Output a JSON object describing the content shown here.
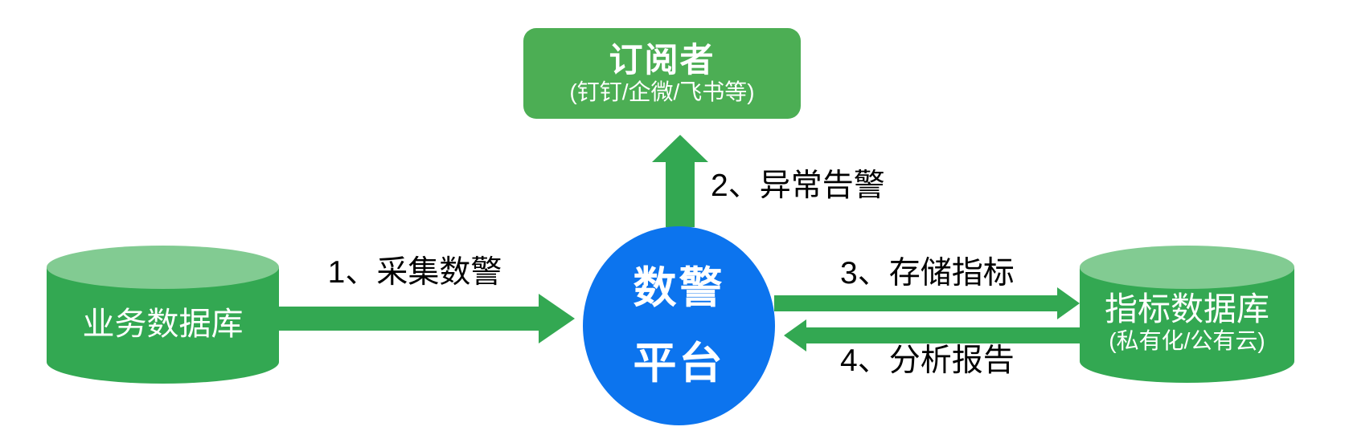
{
  "diagram": {
    "nodes": {
      "subscriber": {
        "title": "订阅者",
        "subtitle": "(钉钉/企微/飞书等)"
      },
      "platform": {
        "line1": "数警",
        "line2": "平台"
      },
      "business_db": {
        "label": "业务数据库"
      },
      "metric_db": {
        "title": "指标数据库",
        "subtitle": "(私有化/公有云)"
      }
    },
    "edges": {
      "collect": {
        "label": "1、采集数警"
      },
      "alert": {
        "label": "2、异常告警"
      },
      "store": {
        "label": "3、存储指标"
      },
      "report": {
        "label": "4、分析报告"
      }
    }
  },
  "colors": {
    "green": "#33a852",
    "green_box": "#4cae54",
    "green_top": "#82cb92",
    "blue": "#0c74ee",
    "label": "#000000",
    "white": "#ffffff",
    "bg": "#ffffff"
  }
}
